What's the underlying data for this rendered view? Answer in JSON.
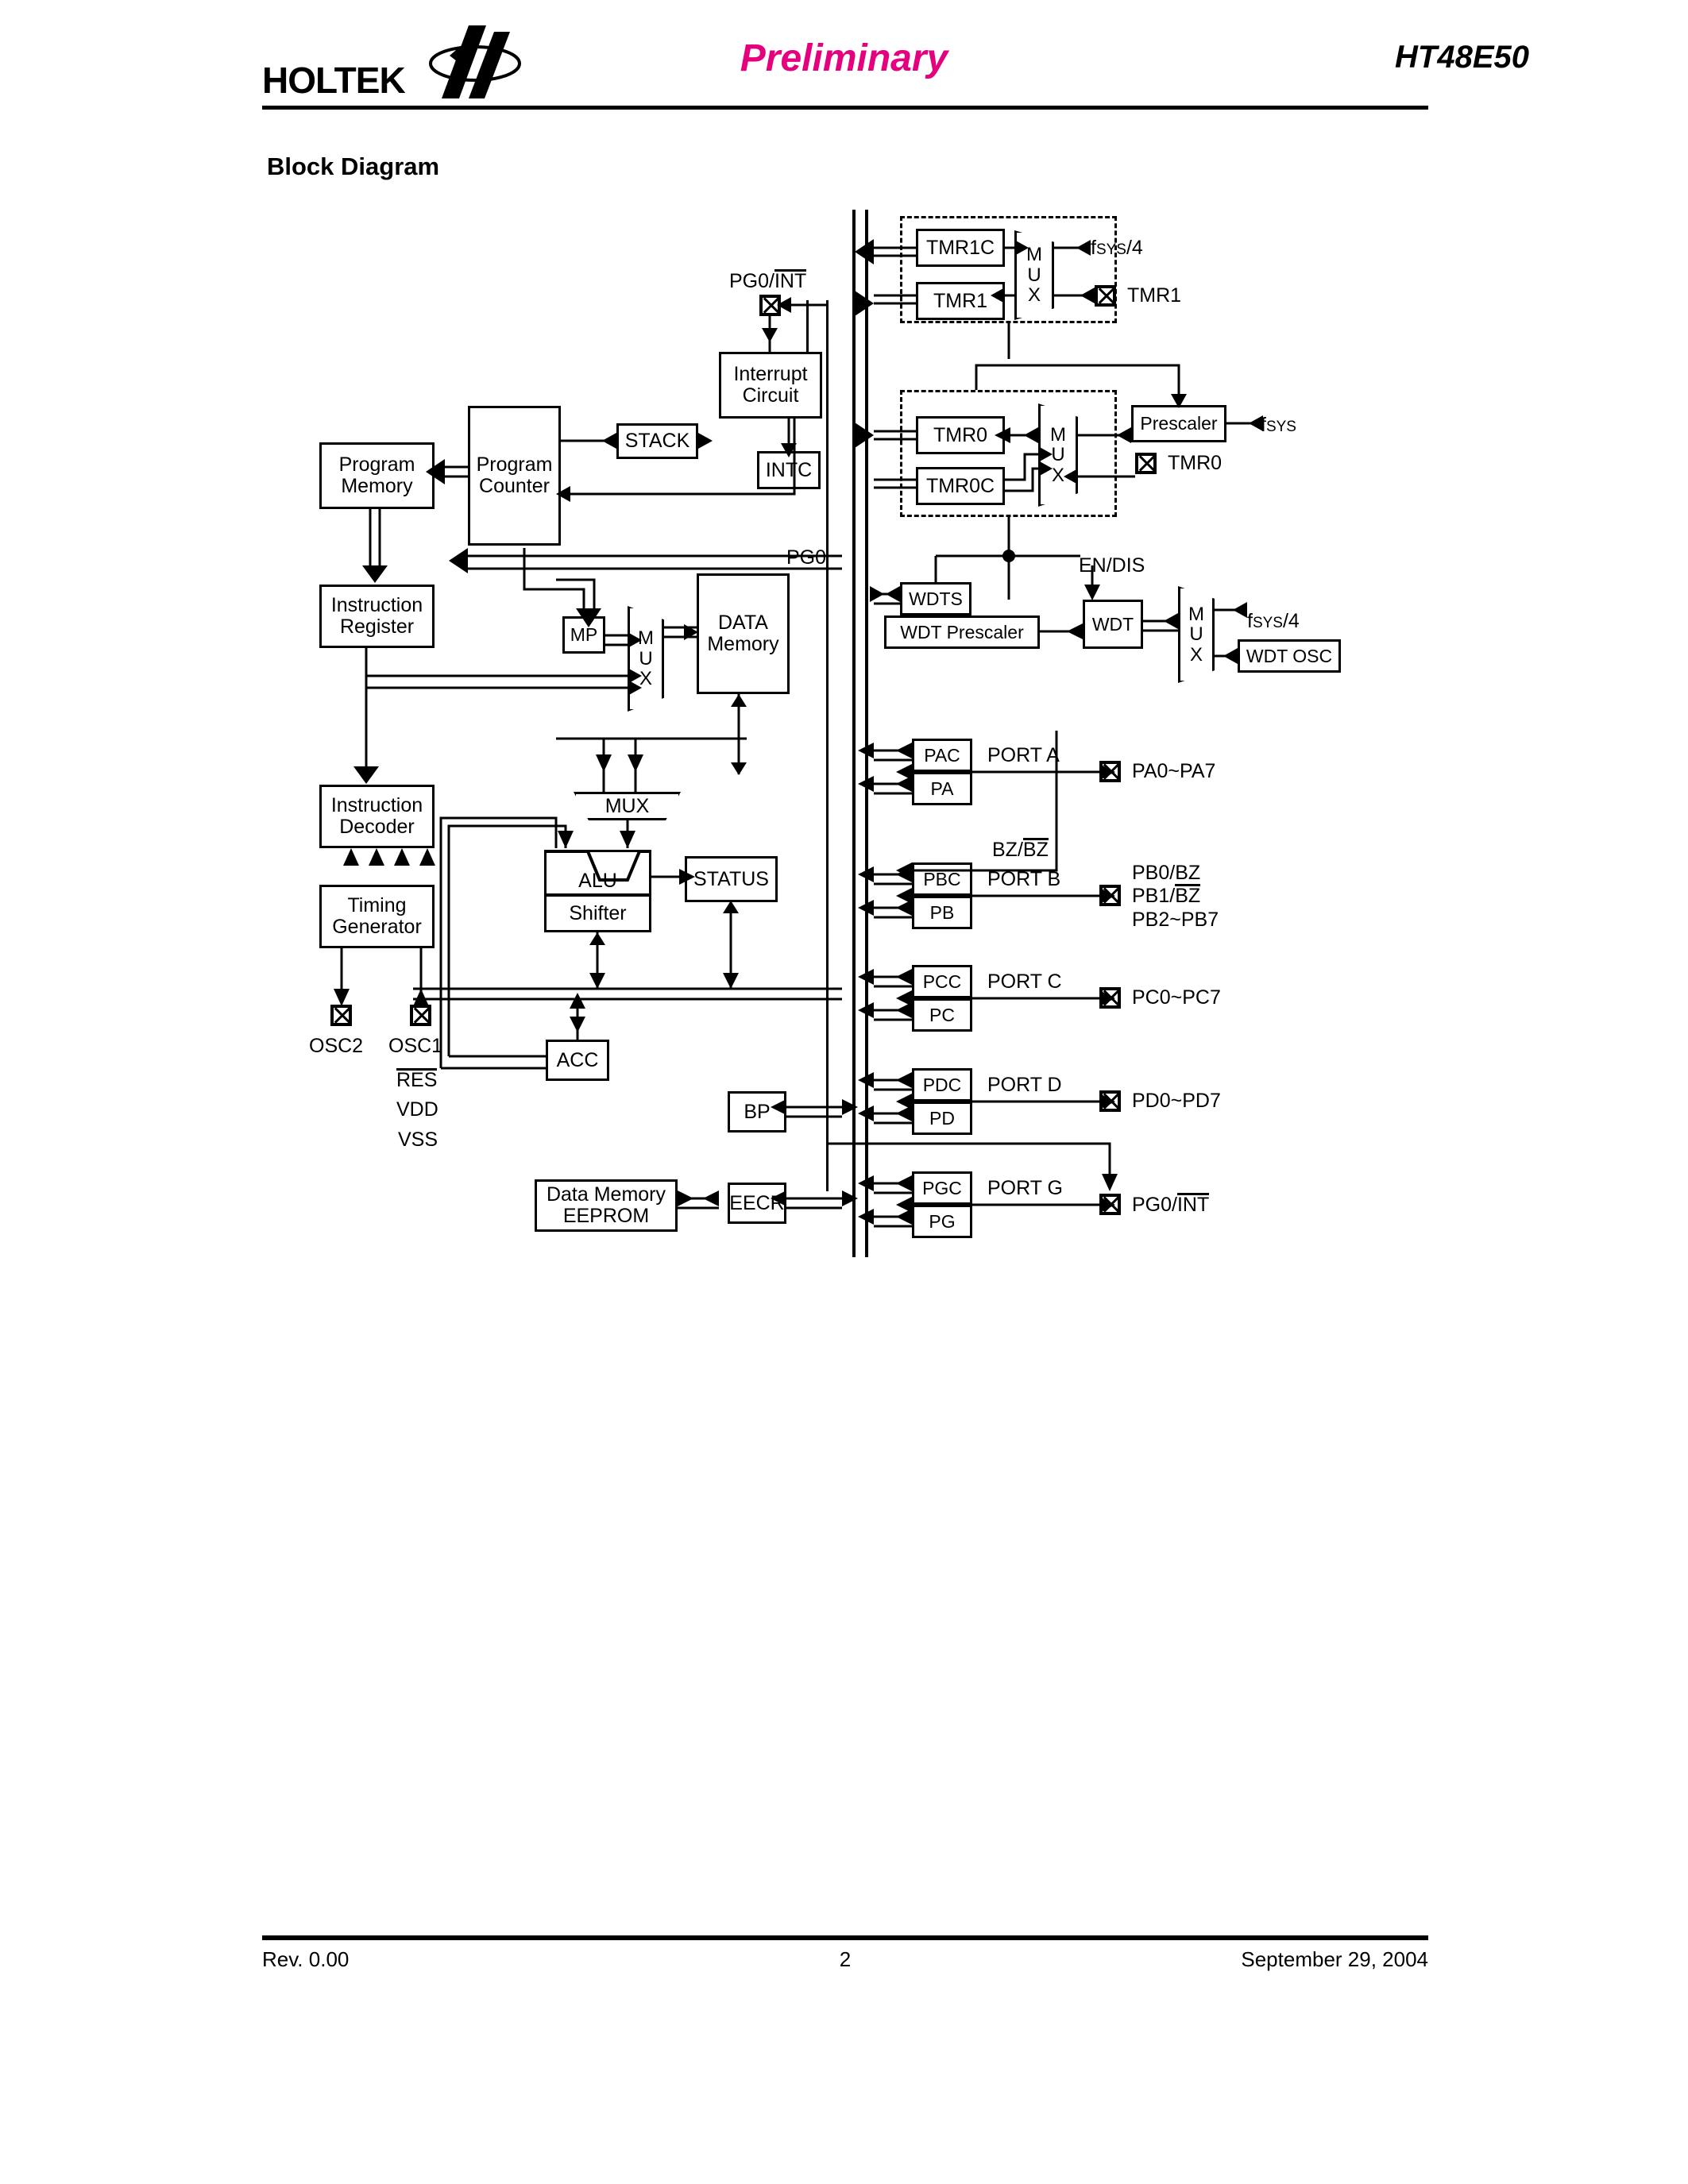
{
  "header": {
    "logo_text": "HOLTEK",
    "logo_mark": "holtek-lightning-logo",
    "status": "Preliminary",
    "part_number": "HT48E50"
  },
  "section": {
    "title": "Block Diagram"
  },
  "footer": {
    "revision": "Rev. 0.00",
    "page_number": "2",
    "date": "September 29, 2004"
  },
  "diagram": {
    "blocks": {
      "program_memory": "Program Memory",
      "program_counter": "Program Counter",
      "stack": "STACK",
      "interrupt_circuit": "Interrupt Circuit",
      "intc": "INTC",
      "instruction_register": "Instruction Register",
      "instruction_decoder": "Instruction Decoder",
      "timing_generator": "Timing Generator",
      "mp": "MP",
      "mux_data": "MUX",
      "data_memory": "DATA Memory",
      "mux_alu": "MUX",
      "alu": "ALU",
      "shifter": "Shifter",
      "status": "STATUS",
      "acc": "ACC",
      "bp": "BP",
      "data_memory_eeprom": "Data Memory EEPROM",
      "eecr": "EECR",
      "tmr1c": "TMR1C",
      "tmr1": "TMR1",
      "mux_tmr1": "MUX",
      "tmr0": "TMR0",
      "tmr0c": "TMR0C",
      "mux_tmr0": "MUX",
      "prescaler": "Prescaler",
      "wdts": "WDTS",
      "wdt_prescaler": "WDT Prescaler",
      "wdt": "WDT",
      "mux_wdt": "MUX",
      "wdt_osc": "WDT OSC",
      "pac": "PAC",
      "pa": "PA",
      "pbc": "PBC",
      "pb": "PB",
      "pcc": "PCC",
      "pc": "PC",
      "pdc": "PDC",
      "pd": "PD",
      "pgc": "PGC",
      "pg": "PG"
    },
    "signals": {
      "pg0_int_top": "PG0/INT",
      "pg0_bus": "PG0",
      "fsys_div4_tmr1": "fSYS/4",
      "tmr1_pin": "TMR1",
      "fsys_prescaler": "fSYS",
      "tmr0_pin": "TMR0",
      "en_dis": "EN/DIS",
      "fsys_div4_wdt": "fSYS/4",
      "port_a": "PORT A",
      "pa_pins": "PA0~PA7",
      "bz_bzbar": "BZ/BZ",
      "port_b": "PORT B",
      "pb_pins_0": "PB0/BZ",
      "pb_pins_1": "PB1/BZ",
      "pb_pins_2": "PB2~PB7",
      "port_c": "PORT C",
      "pc_pins": "PC0~PC7",
      "port_d": "PORT D",
      "pd_pins": "PD0~PD7",
      "port_g": "PORT G",
      "pg_pins": "PG0/INT",
      "osc2": "OSC2",
      "osc1": "OSC1",
      "res": "RES",
      "vdd": "VDD",
      "vss": "VSS"
    }
  },
  "colors": {
    "accent": "#e5007d",
    "ink": "#000000",
    "paper": "#ffffff"
  }
}
